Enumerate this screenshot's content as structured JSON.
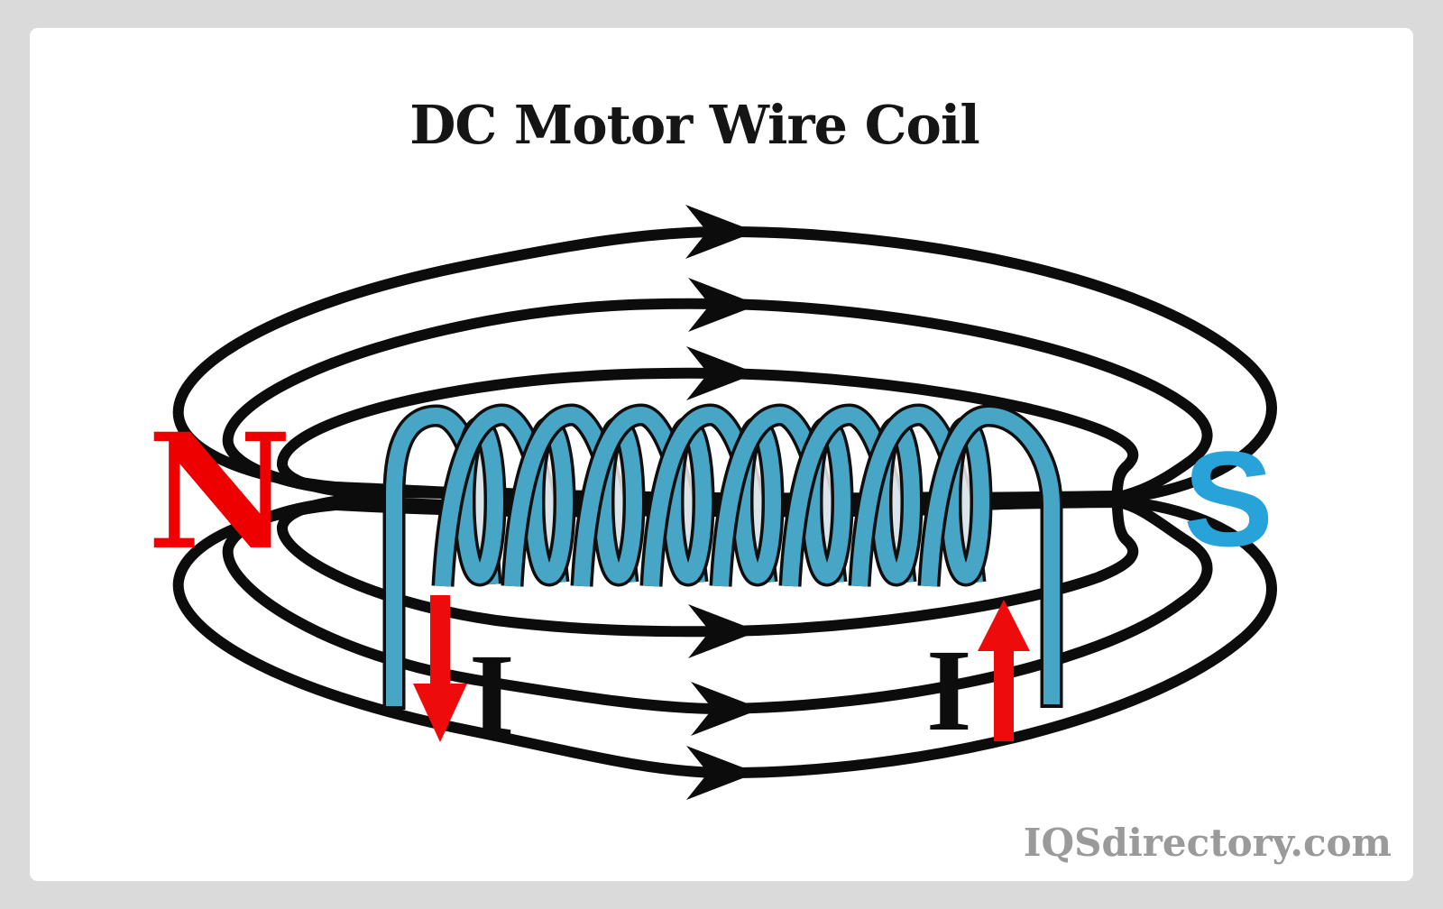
{
  "title": {
    "text": "DC Motor Wire Coil"
  },
  "labels": {
    "north": {
      "text": "N",
      "meaning": "north pole"
    },
    "south": {
      "text": "S",
      "meaning": "south pole"
    },
    "current_left": {
      "text": "I"
    },
    "current_right": {
      "text": "I"
    }
  },
  "watermark": {
    "text": "IQSdirectory.com"
  },
  "icons": {
    "field_arrow": "right-arrowhead",
    "current_down": "down-arrow",
    "current_up": "up-arrow"
  },
  "colors": {
    "ink": "#151515",
    "field": "#0c0c0c",
    "wire": "#47a6c6",
    "slit": "rgba(244,239,239,0.85)",
    "arrow_red": "#ed0b0b",
    "north_red": "#ee0000",
    "south_blue": "#28a3da",
    "watermark_gray": "#9a9a9a",
    "frame_gray": "#dadada",
    "card_white": "#ffffff"
  }
}
